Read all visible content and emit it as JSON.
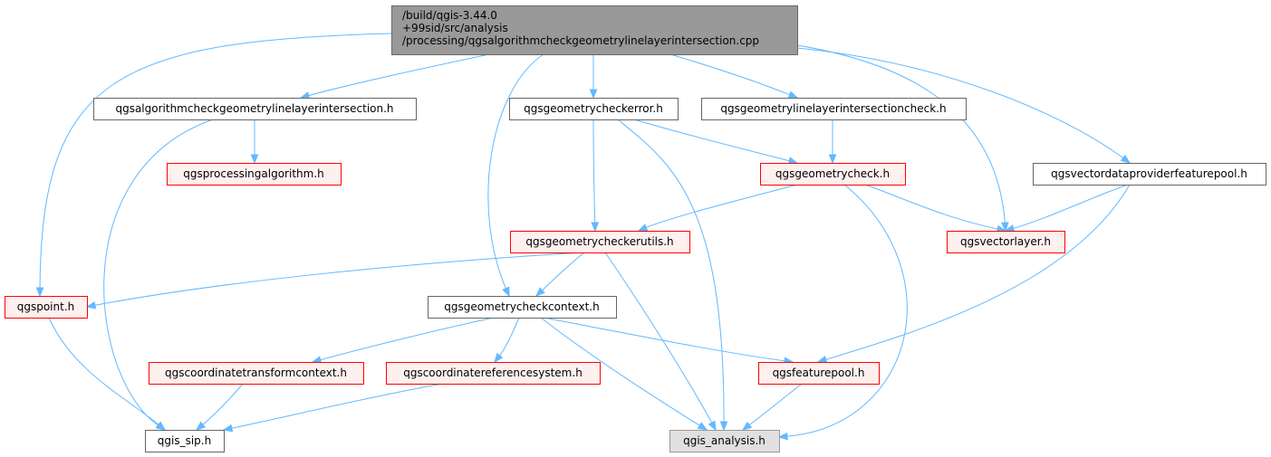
{
  "diagram": {
    "nodes": {
      "root": {
        "lines": [
          "/build/qgis-3.44.0",
          "+99sid/src/analysis",
          "/processing/qgsalgorithmcheckgeometrylinelayerintersection.cpp"
        ],
        "style": "root"
      },
      "alg_h": {
        "lines": [
          "qgsalgorithmcheckgeometrylinelayerintersection.h"
        ],
        "style": "default"
      },
      "checkerror": {
        "lines": [
          "qgsgeometrycheckerror.h"
        ],
        "style": "default"
      },
      "linelayercheck": {
        "lines": [
          "qgsgeometrylinelayerintersectioncheck.h"
        ],
        "style": "default"
      },
      "vdpfeaturepool": {
        "lines": [
          "qgsvectordataproviderfeaturepool.h"
        ],
        "style": "default"
      },
      "processingalg": {
        "lines": [
          "qgsprocessingalgorithm.h"
        ],
        "style": "red"
      },
      "geomcheck": {
        "lines": [
          "qgsgeometrycheck.h"
        ],
        "style": "red"
      },
      "checkerutils": {
        "lines": [
          "qgsgeometrycheckerutils.h"
        ],
        "style": "red"
      },
      "vectorlayer": {
        "lines": [
          "qgsvectorlayer.h"
        ],
        "style": "red"
      },
      "point": {
        "lines": [
          "qgspoint.h"
        ],
        "style": "red"
      },
      "checkcontext": {
        "lines": [
          "qgsgeometrycheckcontext.h"
        ],
        "style": "default"
      },
      "ctcontext": {
        "lines": [
          "qgscoordinatetransformcontext.h"
        ],
        "style": "red"
      },
      "crs": {
        "lines": [
          "qgscoordinatereferencesystem.h"
        ],
        "style": "red"
      },
      "featurepool": {
        "lines": [
          "qgsfeaturepool.h"
        ],
        "style": "red"
      },
      "sip": {
        "lines": [
          "qgis_sip.h"
        ],
        "style": "default"
      },
      "analysis": {
        "lines": [
          "qgis_analysis.h"
        ],
        "style": "grey"
      }
    },
    "edges": [
      [
        "root",
        "point"
      ],
      [
        "root",
        "alg_h"
      ],
      [
        "root",
        "checkcontext"
      ],
      [
        "root",
        "checkerror"
      ],
      [
        "root",
        "linelayercheck"
      ],
      [
        "root",
        "vectorlayer"
      ],
      [
        "root",
        "vdpfeaturepool"
      ],
      [
        "alg_h",
        "processingalg"
      ],
      [
        "alg_h",
        "sip"
      ],
      [
        "checkerror",
        "checkerutils"
      ],
      [
        "checkerror",
        "geomcheck"
      ],
      [
        "checkerror",
        "analysis"
      ],
      [
        "linelayercheck",
        "geomcheck"
      ],
      [
        "geomcheck",
        "checkerutils"
      ],
      [
        "geomcheck",
        "vectorlayer"
      ],
      [
        "geomcheck",
        "analysis"
      ],
      [
        "vdpfeaturepool",
        "vectorlayer"
      ],
      [
        "vdpfeaturepool",
        "featurepool"
      ],
      [
        "checkerutils",
        "point"
      ],
      [
        "checkerutils",
        "checkcontext"
      ],
      [
        "checkerutils",
        "analysis"
      ],
      [
        "point",
        "sip"
      ],
      [
        "checkcontext",
        "ctcontext"
      ],
      [
        "checkcontext",
        "crs"
      ],
      [
        "checkcontext",
        "featurepool"
      ],
      [
        "checkcontext",
        "analysis"
      ],
      [
        "ctcontext",
        "sip"
      ],
      [
        "crs",
        "sip"
      ],
      [
        "featurepool",
        "analysis"
      ]
    ]
  }
}
